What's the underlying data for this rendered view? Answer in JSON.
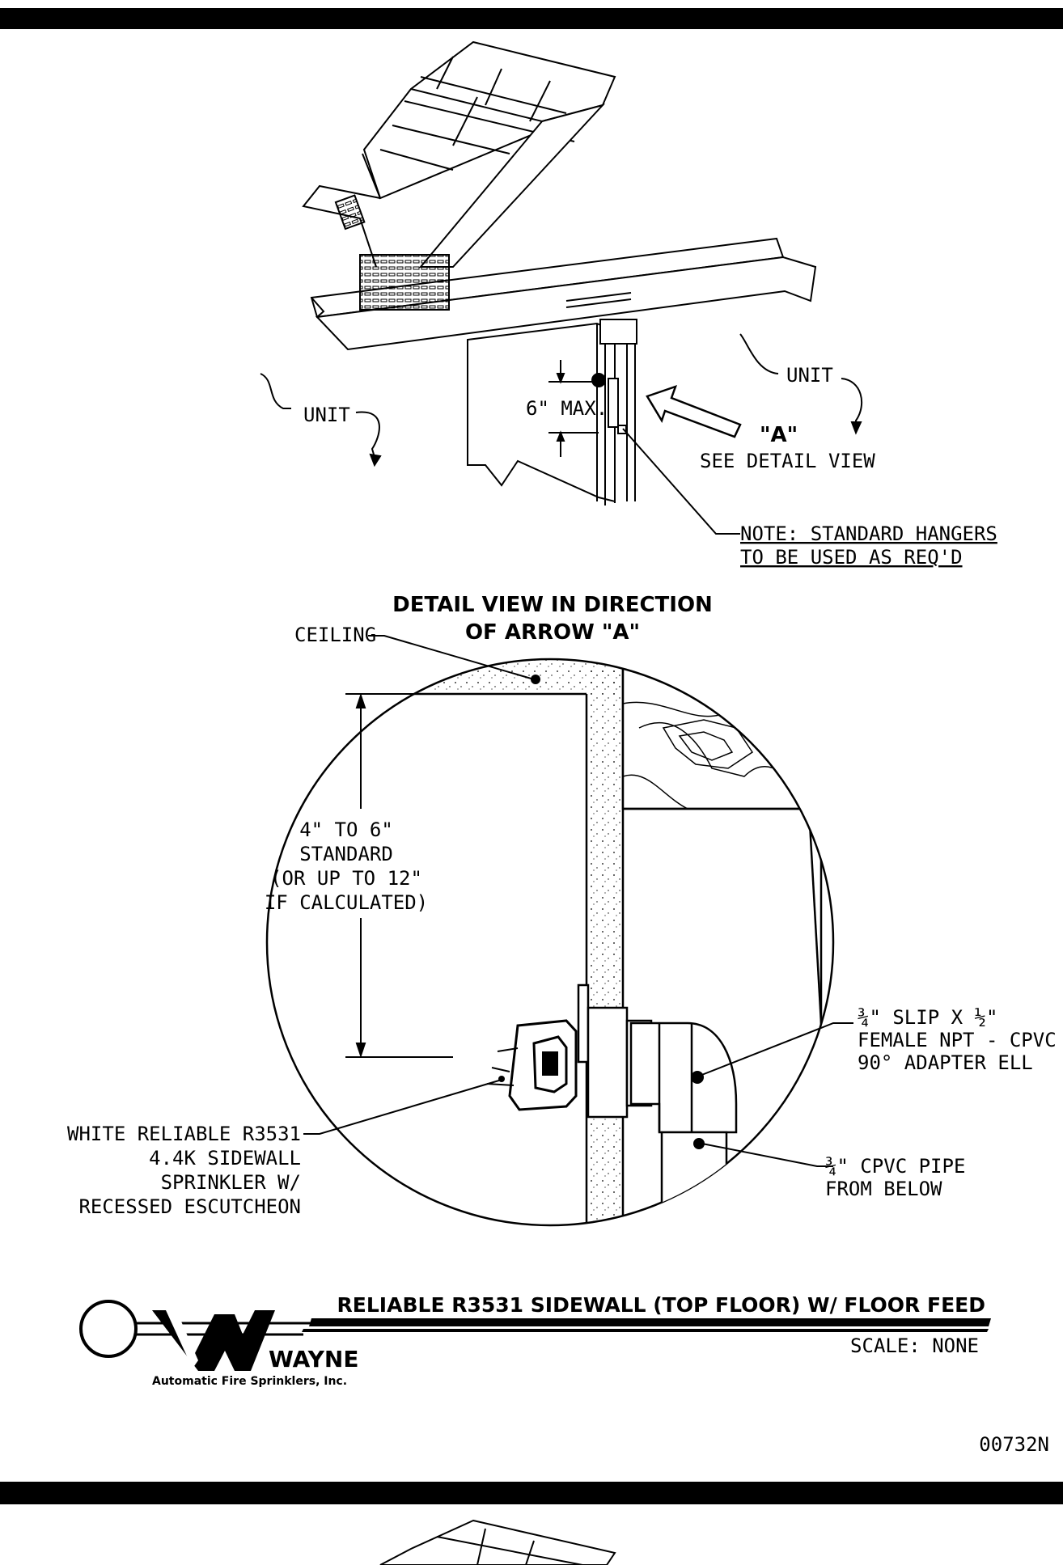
{
  "isometric": {
    "unit_left": "UNIT",
    "unit_right": "UNIT",
    "dimension": "6\" MAX.",
    "arrow_label": "\"A\"",
    "see_detail": "SEE DETAIL VIEW",
    "note_line1": "NOTE: STANDARD HANGERS",
    "note_line2": "TO BE USED AS REQ'D"
  },
  "detail": {
    "title_line1": "DETAIL VIEW IN DIRECTION",
    "title_line2": "OF ARROW \"A\"",
    "ceiling": "CEILING",
    "dim_line1": "4\" TO 6\"",
    "dim_line2": "STANDARD",
    "dim_line3": "(OR UP TO 12\"",
    "dim_line4": "IF CALCULATED)",
    "adapter_line1": "¾\" SLIP X ½\"",
    "adapter_line2": "FEMALE NPT - CPVC",
    "adapter_line3": "90° ADAPTER ELL",
    "pipe_line1": "¾\" CPVC PIPE",
    "pipe_line2": "FROM BELOW",
    "sprinkler_line1": "WHITE RELIABLE R3531",
    "sprinkler_line2": "4.4K SIDEWALL",
    "sprinkler_line3": "SPRINKLER W/",
    "sprinkler_line4": "RECESSED ESCUTCHEON"
  },
  "title_block": {
    "title": "RELIABLE R3531 SIDEWALL (TOP FLOOR) W/ FLOOR FEED",
    "scale": "SCALE: NONE",
    "logo_word": "WAYNE",
    "company": "Automatic Fire Sprinklers, Inc.",
    "drawing_number": "00732N"
  }
}
